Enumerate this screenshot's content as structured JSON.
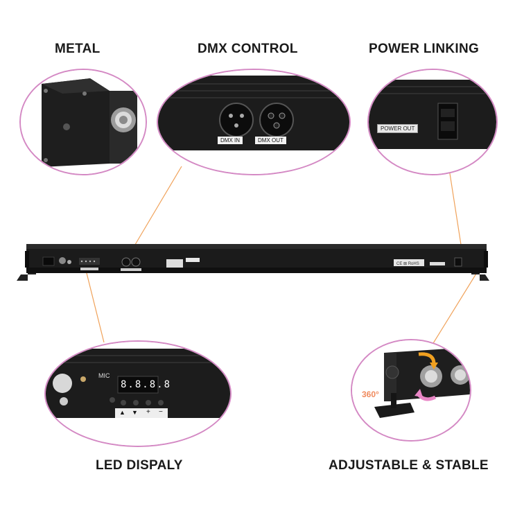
{
  "features": {
    "metal": "METAL",
    "dmx_control": "DMX CONTROL",
    "power_linking": "POWER LINKING",
    "led_display": "LED DISPALY",
    "adjustable": "ADJUSTABLE & STABLE"
  },
  "dmx": {
    "in_label": "DMX IN",
    "out_label": "DMX OUT"
  },
  "power": {
    "out_label": "POWER OUT"
  },
  "led_panel": {
    "display": "8.8.8.8",
    "mic_label": "MIC",
    "buttons": [
      "▲",
      "▼",
      "+",
      "−"
    ]
  },
  "bar": {
    "cert_marks": "CE ⊠ RoHS"
  },
  "adjust": {
    "angle": "360°"
  },
  "colors": {
    "accent_pink": "#d489c4",
    "connector_orange": "#f0a25a",
    "housing": "#1b1b1b"
  },
  "icons": [
    "metal-housing-icon",
    "xlr-connector-icon",
    "power-socket-icon",
    "led-display-icon",
    "rotate-arrow-icon",
    "bracket-icon"
  ]
}
